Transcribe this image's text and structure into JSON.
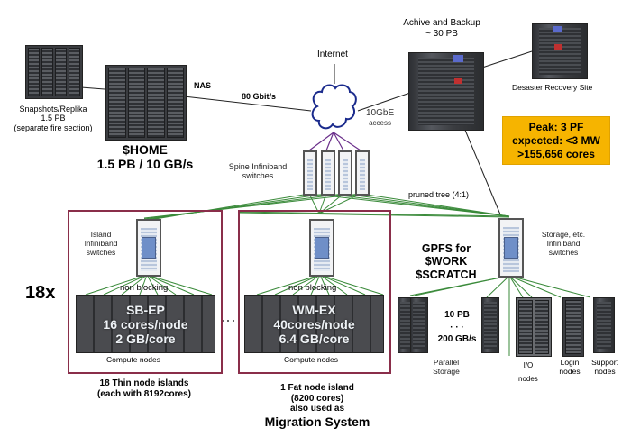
{
  "snapshots": {
    "line1": "Snapshots/Replika",
    "line2": "1.5 PB",
    "line3": "(separate fire section)"
  },
  "home": {
    "title": "$HOME",
    "capacity": "1.5 PB / 10 GB/s"
  },
  "links": {
    "nas": "NAS",
    "bandwidth": "80 Gbit/s",
    "tengbe_line1": "10GbE",
    "tengbe_line2": "access",
    "pruned": "pruned tree (4:1)"
  },
  "internet": {
    "label": "Internet"
  },
  "archive": {
    "line1": "Achive and Backup",
    "line2": "~ 30 PB"
  },
  "disaster": {
    "label": "Desaster Recovery Site"
  },
  "peak": {
    "line1": "Peak: 3 PF",
    "line2": "expected: <3 MW",
    "line3": ">155,656 cores",
    "color": "#f6b400"
  },
  "spine": {
    "line1": "Spine Infiniband",
    "line2": "switches"
  },
  "thin_island": {
    "multiplier": "18x",
    "switch_line1": "Island",
    "switch_line2": "Infiniband",
    "switch_line3": "switches",
    "blocking": "non blocking",
    "cpu": "SB-EP",
    "cores": "16 cores/node",
    "memory": "2 GB/core",
    "compute_label": "Compute nodes",
    "caption1": "18 Thin node islands",
    "caption2": "(each  with 8192cores)"
  },
  "ellipsis": "· · ·",
  "fat_island": {
    "blocking": "non blocking",
    "cpu": "WM-EX",
    "cores": "40cores/node",
    "memory": "6.4 GB/core",
    "compute_label": "Compute nodes",
    "caption1": "1 Fat node island",
    "caption2": "(8200 cores)",
    "caption3": "also used as",
    "caption4": "Migration System"
  },
  "gpfs": {
    "line1": "GPFS for",
    "line2": "$WORK",
    "line3": "$SCRATCH"
  },
  "storage_switch": {
    "line1": "Storage, etc.",
    "line2": "Infiniband",
    "line3": "switches"
  },
  "parallel_storage": {
    "capacity": "10 PB",
    "dots": "· · ·",
    "speed": "200 GB/s",
    "line1": "Parallel",
    "line2": "Storage"
  },
  "io_nodes": {
    "line1": "I/O",
    "line2": "nodes"
  },
  "login_nodes": {
    "line1": "Login",
    "line2": "nodes"
  },
  "support_nodes": {
    "line1": "Support",
    "line2": "nodes"
  },
  "colors": {
    "island_border": "#8a2e4a",
    "ib_link": "#3a8a3a",
    "internet_cloud": "#1a2a8c",
    "spine_link": "#6a2e8a"
  }
}
